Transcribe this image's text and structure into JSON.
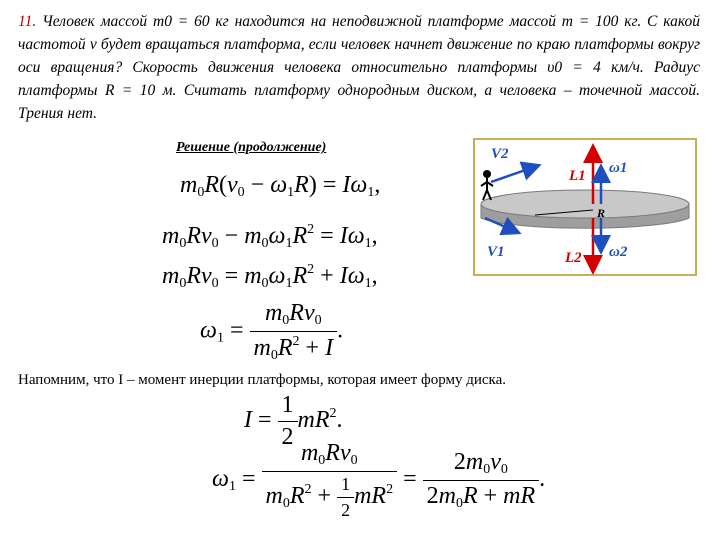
{
  "problem": {
    "number": "11.",
    "text": "Человек массой m0 = 60 кг находится на неподвижной платформе массой m = 100 кг. С какой частотой ν будет вращаться платформа, если человек начнет движение по краю платформы вокруг оси вращения? Скорость движения человека относительно платформы υ0 = 4 км/ч. Радиус платформы R = 10 м. Считать платформу однородным диском, а человека – точечной массой. Трения нет."
  },
  "solution": {
    "heading": "Решение (продолжение)"
  },
  "equations": {
    "eq1": "m0R(v0 − ω1R) = Iω1,",
    "eq2": "m0Rv0 − m0ω1R² = Iω1,",
    "eq3": "m0Rv0 = m0ω1R² + Iω1,",
    "eq4": "ω1 = m0Rv0 / (m0R² + I).",
    "eq5": "I = ½mR².",
    "eq6": "ω1 = m0Rv0 / (m0R² + ½mR²) = 2m0v0 / (2m0R + mR)."
  },
  "note": "Напомним, что I – момент инерции платформы, которая имеет форму диска.",
  "figure": {
    "labels": {
      "v2": "V2",
      "v1": "V1",
      "l1": "L1",
      "l2": "L2",
      "w1": "ω1",
      "w2": "ω2",
      "r": "R"
    },
    "colors": {
      "frame": "#c9ae59",
      "disk": "#bdbdbd",
      "disk_edge": "#7a7a7a",
      "blue": "#1f4fbf",
      "red": "#d40000"
    }
  }
}
